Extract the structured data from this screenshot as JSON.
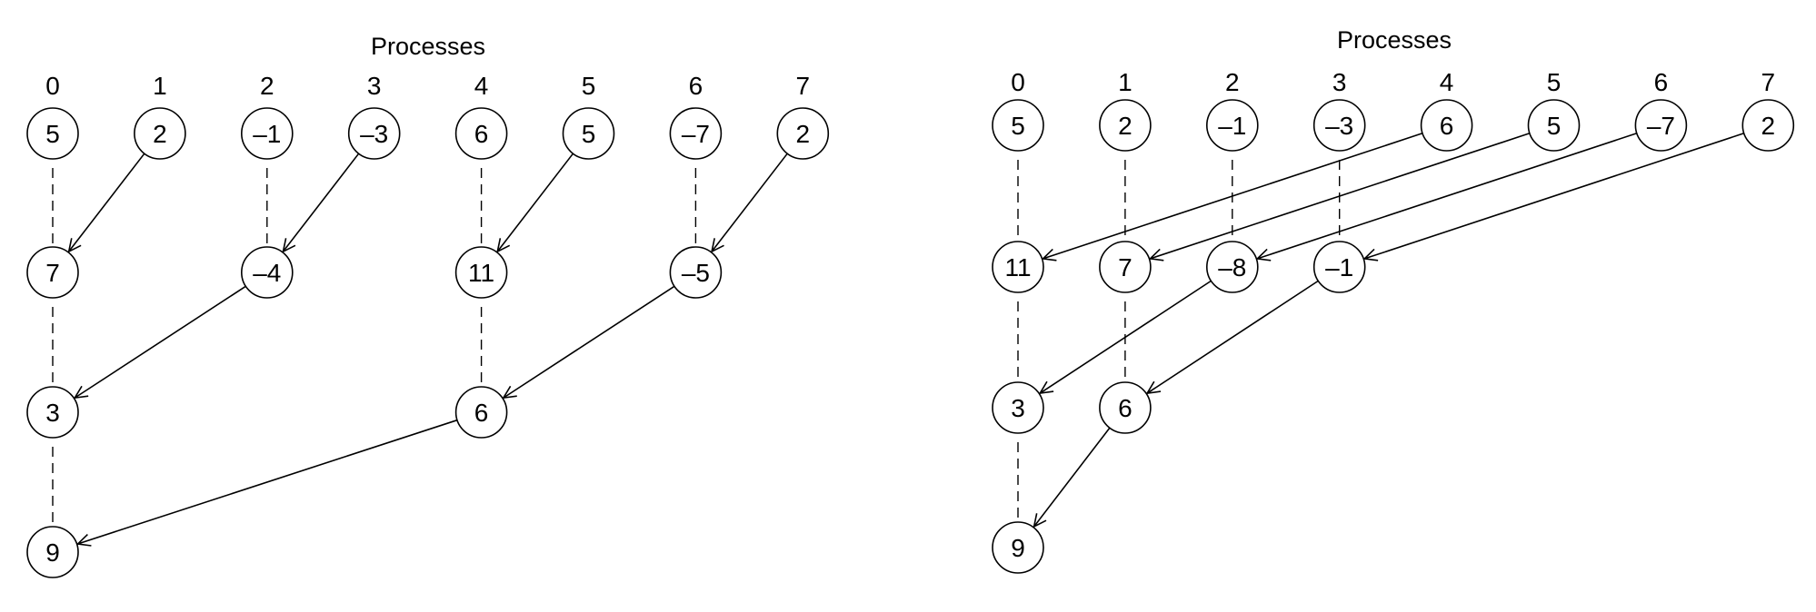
{
  "panels": [
    {
      "title": "Processes",
      "process_labels": [
        "0",
        "1",
        "2",
        "3",
        "4",
        "5",
        "6",
        "7"
      ],
      "steps": [
        {
          "nodes": [
            {
              "col": 0,
              "value": "5"
            },
            {
              "col": 1,
              "value": "2"
            },
            {
              "col": 2,
              "value": "–1"
            },
            {
              "col": 3,
              "value": "–3"
            },
            {
              "col": 4,
              "value": "6"
            },
            {
              "col": 5,
              "value": "5"
            },
            {
              "col": 6,
              "value": "–7"
            },
            {
              "col": 7,
              "value": "2"
            }
          ]
        },
        {
          "nodes": [
            {
              "col": 0,
              "value": "7"
            },
            {
              "col": 2,
              "value": "–4"
            },
            {
              "col": 4,
              "value": "11"
            },
            {
              "col": 6,
              "value": "–5"
            }
          ]
        },
        {
          "nodes": [
            {
              "col": 0,
              "value": "3"
            },
            {
              "col": 4,
              "value": "6"
            }
          ]
        },
        {
          "nodes": [
            {
              "col": 0,
              "value": "9"
            }
          ]
        }
      ],
      "edges": [
        {
          "type": "keep",
          "from": [
            0,
            0
          ],
          "to": [
            1,
            0
          ]
        },
        {
          "type": "send",
          "from": [
            0,
            1
          ],
          "to": [
            1,
            0
          ]
        },
        {
          "type": "keep",
          "from": [
            0,
            2
          ],
          "to": [
            1,
            2
          ]
        },
        {
          "type": "send",
          "from": [
            0,
            3
          ],
          "to": [
            1,
            2
          ]
        },
        {
          "type": "keep",
          "from": [
            0,
            4
          ],
          "to": [
            1,
            4
          ]
        },
        {
          "type": "send",
          "from": [
            0,
            5
          ],
          "to": [
            1,
            4
          ]
        },
        {
          "type": "keep",
          "from": [
            0,
            6
          ],
          "to": [
            1,
            6
          ]
        },
        {
          "type": "send",
          "from": [
            0,
            7
          ],
          "to": [
            1,
            6
          ]
        },
        {
          "type": "keep",
          "from": [
            1,
            0
          ],
          "to": [
            2,
            0
          ]
        },
        {
          "type": "send",
          "from": [
            1,
            2
          ],
          "to": [
            2,
            0
          ]
        },
        {
          "type": "keep",
          "from": [
            1,
            4
          ],
          "to": [
            2,
            4
          ]
        },
        {
          "type": "send",
          "from": [
            1,
            6
          ],
          "to": [
            2,
            4
          ]
        },
        {
          "type": "keep",
          "from": [
            2,
            0
          ],
          "to": [
            3,
            0
          ]
        },
        {
          "type": "send",
          "from": [
            2,
            4
          ],
          "to": [
            3,
            0
          ]
        }
      ]
    },
    {
      "title": "Processes",
      "process_labels": [
        "0",
        "1",
        "2",
        "3",
        "4",
        "5",
        "6",
        "7"
      ],
      "steps": [
        {
          "nodes": [
            {
              "col": 0,
              "value": "5"
            },
            {
              "col": 1,
              "value": "2"
            },
            {
              "col": 2,
              "value": "–1"
            },
            {
              "col": 3,
              "value": "–3"
            },
            {
              "col": 4,
              "value": "6"
            },
            {
              "col": 5,
              "value": "5"
            },
            {
              "col": 6,
              "value": "–7"
            },
            {
              "col": 7,
              "value": "2"
            }
          ]
        },
        {
          "nodes": [
            {
              "col": 0,
              "value": "11"
            },
            {
              "col": 1,
              "value": "7"
            },
            {
              "col": 2,
              "value": "–8"
            },
            {
              "col": 3,
              "value": "–1"
            }
          ]
        },
        {
          "nodes": [
            {
              "col": 0,
              "value": "3"
            },
            {
              "col": 1,
              "value": "6"
            }
          ]
        },
        {
          "nodes": [
            {
              "col": 0,
              "value": "9"
            }
          ]
        }
      ],
      "edges": [
        {
          "type": "keep",
          "from": [
            0,
            0
          ],
          "to": [
            1,
            0
          ]
        },
        {
          "type": "send",
          "from": [
            0,
            4
          ],
          "to": [
            1,
            0
          ]
        },
        {
          "type": "keep",
          "from": [
            0,
            1
          ],
          "to": [
            1,
            1
          ]
        },
        {
          "type": "send",
          "from": [
            0,
            5
          ],
          "to": [
            1,
            1
          ]
        },
        {
          "type": "keep",
          "from": [
            0,
            2
          ],
          "to": [
            1,
            2
          ]
        },
        {
          "type": "send",
          "from": [
            0,
            6
          ],
          "to": [
            1,
            2
          ]
        },
        {
          "type": "keep",
          "from": [
            0,
            3
          ],
          "to": [
            1,
            3
          ]
        },
        {
          "type": "send",
          "from": [
            0,
            7
          ],
          "to": [
            1,
            3
          ]
        },
        {
          "type": "keep",
          "from": [
            1,
            0
          ],
          "to": [
            2,
            0
          ]
        },
        {
          "type": "send",
          "from": [
            1,
            2
          ],
          "to": [
            2,
            0
          ]
        },
        {
          "type": "keep",
          "from": [
            1,
            1
          ],
          "to": [
            2,
            1
          ]
        },
        {
          "type": "send",
          "from": [
            1,
            3
          ],
          "to": [
            2,
            1
          ]
        },
        {
          "type": "keep",
          "from": [
            2,
            0
          ],
          "to": [
            3,
            0
          ]
        },
        {
          "type": "send",
          "from": [
            2,
            1
          ],
          "to": [
            3,
            0
          ]
        }
      ]
    }
  ]
}
